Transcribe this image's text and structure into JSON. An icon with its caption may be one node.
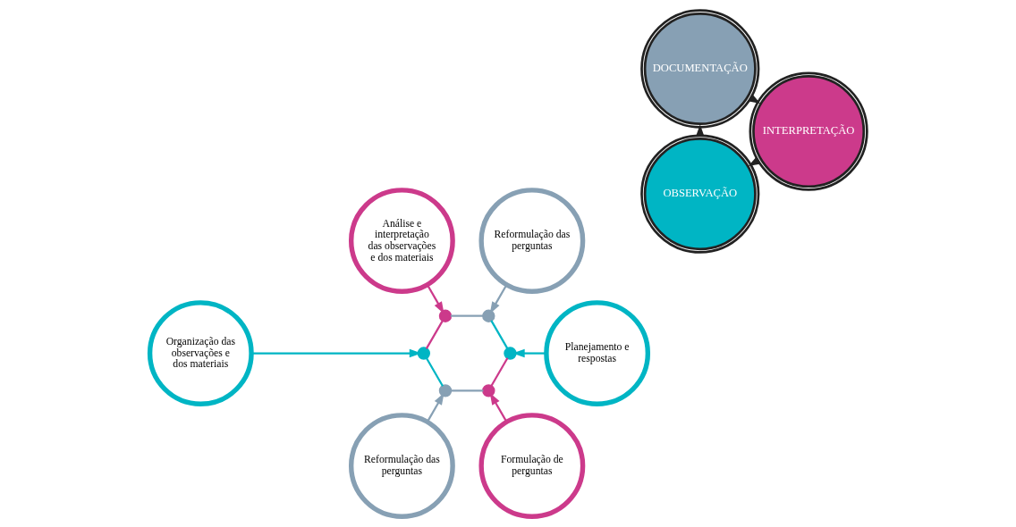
{
  "diagram": {
    "nodes": [
      {
        "text": [
          "OBSERVAÇÃO"
        ]
      },
      {
        "text": [
          "DOCUMENTAÇÃO"
        ]
      },
      {
        "text": [
          "INTERPRETAÇÃO"
        ]
      },
      {
        "text": [
          "Organização das observações e dos materiais"
        ]
      },
      {
        "text": [
          "Reformulação das perguntas"
        ]
      },
      {
        "text": [
          "Análise e interpretação das observações e dos materiais"
        ]
      },
      {
        "text": [
          "Formulação de perguntas"
        ]
      },
      {
        "text": [
          "Reformulação das perguntas"
        ]
      },
      {
        "text": [
          "Planejamento e respostas"
        ]
      },
      {
        "text": [],
        "shape": "circle"
      },
      {
        "text": [],
        "shape": "circle"
      },
      {
        "text": [],
        "shape": "circle"
      },
      {
        "text": [],
        "shape": "circle"
      },
      {
        "text": [],
        "shape": "circle"
      },
      {
        "text": [],
        "shape": "circle"
      }
    ],
    "edges": [
      {
        "from": 0,
        "to": 1,
        "arrow": "to"
      },
      {
        "from": 1,
        "to": 2,
        "arrow": "to"
      },
      {
        "from": 2,
        "to": 0,
        "arrow": "to"
      },
      {
        "from": 3,
        "to": 9,
        "arrow": "to",
        "color": "#00b5c4"
      },
      {
        "from": 4,
        "to": 10,
        "arrow": "to",
        "color": "#87a0b4"
      },
      {
        "from": 5,
        "to": 11,
        "arrow": "to",
        "color": "#cc3a8b"
      },
      {
        "from": 6,
        "to": 12,
        "arrow": "to",
        "color": "#cc3a8b"
      },
      {
        "from": 7,
        "to": 13,
        "arrow": "to",
        "color": "#87a0b4"
      },
      {
        "from": 8,
        "to": 14,
        "arrow": "to",
        "color": "#00b5c4"
      },
      {
        "from": 10,
        "to": 9,
        "arrow": "none",
        "color": "#00b5c4"
      },
      {
        "from": 9,
        "to": 11,
        "arrow": "none",
        "color": "#cc3a8b"
      },
      {
        "from": 11,
        "to": 13,
        "arrow": "none",
        "color": "#87a0b4"
      },
      {
        "from": 13,
        "to": 14,
        "arrow": "none",
        "color": "#00b5c4"
      },
      {
        "from": 14,
        "to": 12,
        "arrow": "none",
        "color": "#cc3a8b"
      },
      {
        "from": 12,
        "to": 10,
        "arrow": "none",
        "color": "#87a0b4"
      }
    ]
  }
}
